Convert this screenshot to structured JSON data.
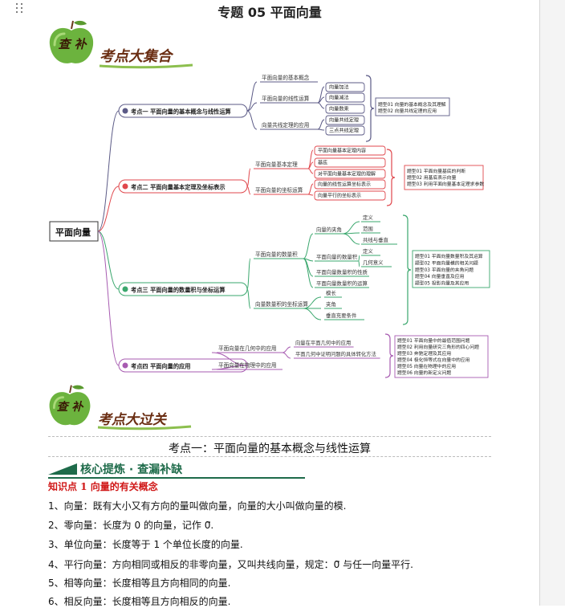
{
  "page": {
    "title": "专题 05  平面向量"
  },
  "banners": [
    {
      "apple_text": "查 补",
      "text": "考点大集合"
    },
    {
      "apple_text": "查 补",
      "text": "考点大过关"
    }
  ],
  "mindmap": {
    "root": "平面向量",
    "branches": [
      {
        "label": "考点一 平面向量的基本概念与线性运算",
        "color": "#5b5a86",
        "groups": [
          {
            "label": "平面向量的基本概念",
            "items": []
          },
          {
            "label": "平面向量的线性运算",
            "items": [
              "向量加法",
              "向量减法",
              "向量数乘"
            ]
          },
          {
            "label": "向量共线定理的应用",
            "items": [
              "向量共线定理",
              "三点共线定理"
            ]
          }
        ],
        "topics": [
          "题型01 向量的基本概念及其理解",
          "题型02 向量共线定理的应用"
        ]
      },
      {
        "label": "考点二 平面向量基本定理及坐标表示",
        "color": "#e0474c",
        "groups": [
          {
            "label": "平面向量基本定理",
            "items": [
              "平面向量基本定理内容",
              "基底",
              "对平面向量基本定理的理解"
            ]
          },
          {
            "label": "平面向量的坐标运算",
            "items": [
              "向量的线性运算坐标表示",
              "向量平行的坐标表示"
            ]
          }
        ],
        "topics": [
          "题型01 平面向量基底的判断",
          "题型02 用基底表示向量",
          "题型03 利用平面向量基本定理求参数"
        ]
      },
      {
        "label": "考点三 平面向量的数量积与坐标运算",
        "color": "#3aa76d",
        "groups": [
          {
            "label": "平面向量的数量积",
            "items": [
              {
                "label": "向量的夹角",
                "sub": [
                  "定义",
                  "范围",
                  "共线与垂直"
                ]
              },
              {
                "label": "平面向量的数量积",
                "sub": [
                  "定义",
                  "几何意义"
                ]
              },
              {
                "label": "平面向量数量积的性质",
                "sub": []
              },
              {
                "label": "平面向量数量积的运算",
                "sub": []
              }
            ]
          },
          {
            "label": "向量数量积的坐标运算",
            "items": [
              "模长",
              "夹角",
              "垂直充要条件"
            ]
          }
        ],
        "topics": [
          "题型01 平面向量数量积及其运算",
          "题型02 平面向量模的相关问题",
          "题型03 平面向量的夹角问题",
          "题型04 向量垂直及应用",
          "题型05 投影向量及其应用"
        ]
      },
      {
        "label": "考点四 平面向量的应用",
        "color": "#a75bb1",
        "groups": [
          {
            "label": "平面向量在几何中的应用",
            "items": [
              "向量在平面几何中的应用",
              "平面几何中证明问题的具体转化方法"
            ]
          },
          {
            "label": "平面向量在物理中的应用",
            "items": []
          }
        ],
        "topics": [
          "题型01 平面向量中的最值范围问题",
          "题型02 利用向量研究三角形的四心问题",
          "题型03 奔驰定理及其应用",
          "题型04 极化恒等式在向量中的应用",
          "题型05 向量在物理中的应用",
          "题型06 向量的新定义问题"
        ]
      }
    ]
  },
  "section": {
    "title": "考点一：平面向量的基本概念与线性运算",
    "core_label": "核心提炼 · 查漏补缺",
    "knowledge_point": "知识点 1   向量的有关概念",
    "paragraphs": [
      "1、向量：既有大小又有方向的量叫做向量，向量的大小叫做向量的模.",
      "2、零向量：长度为 0 的向量，记作 0⃗.",
      "3、单位向量：长度等于 1 个单位长度的向量.",
      "4、平行向量：方向相同或相反的非零向量，又叫共线向量，规定：0⃗ 与任一向量平行.",
      "5、相等向量：长度相等且方向相同的向量.",
      "6、相反向量：长度相等且方向相反的向量."
    ]
  },
  "colors": {
    "dark_green": "#1e6b4a",
    "red_heading": "#d01818",
    "apple_green": "#6cb33e",
    "banner_brown": "#6a2d12"
  }
}
